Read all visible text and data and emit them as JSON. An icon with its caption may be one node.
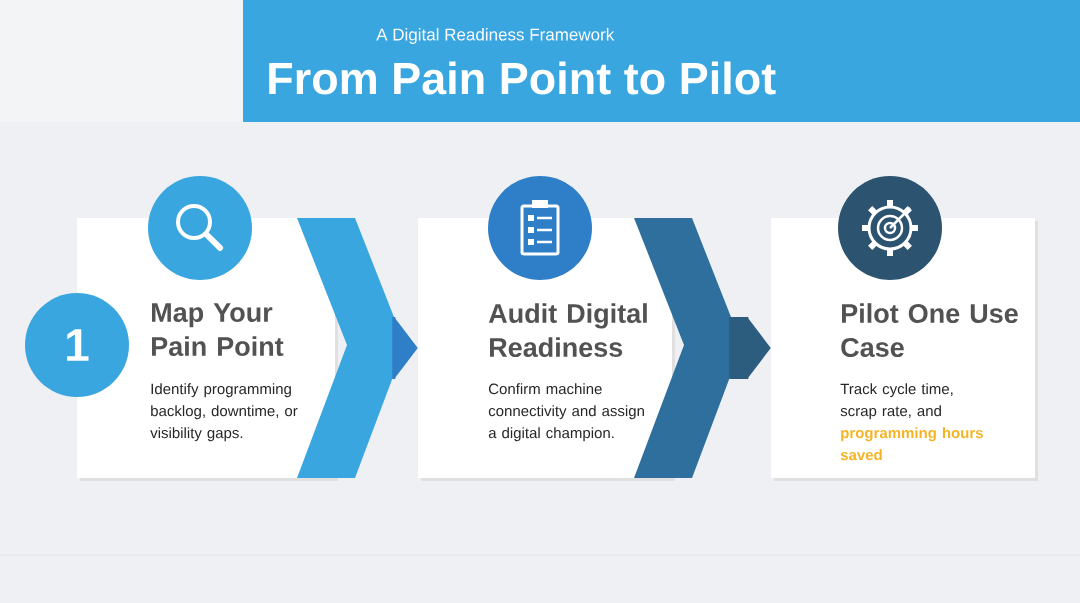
{
  "diagram": {
    "title": "From Pain Point to Pilot",
    "nodes": [
      {
        "text": [
          "Map Your Pain Point",
          "Identify programming backlog, downtime, or visibility gaps."
        ]
      },
      {
        "text": [
          "Audit Digital Readiness",
          "Confirm machine connectivity and assign a digital champion."
        ]
      },
      {
        "text": [
          "Pilot One Use Case",
          "Track cycle time, scrap rate, and **programming hours saved**"
        ]
      },
      {
        "text": [
          "1"
        ]
      }
    ],
    "edges": [
      {
        "from": 0,
        "to": 1,
        "arrow": "to",
        "color": "#2f7fc8"
      },
      {
        "from": 1,
        "to": 2,
        "arrow": "to",
        "color": "#2c5c7e"
      }
    ],
    "labels": [
      "A Digital Readiness Framework"
    ]
  }
}
